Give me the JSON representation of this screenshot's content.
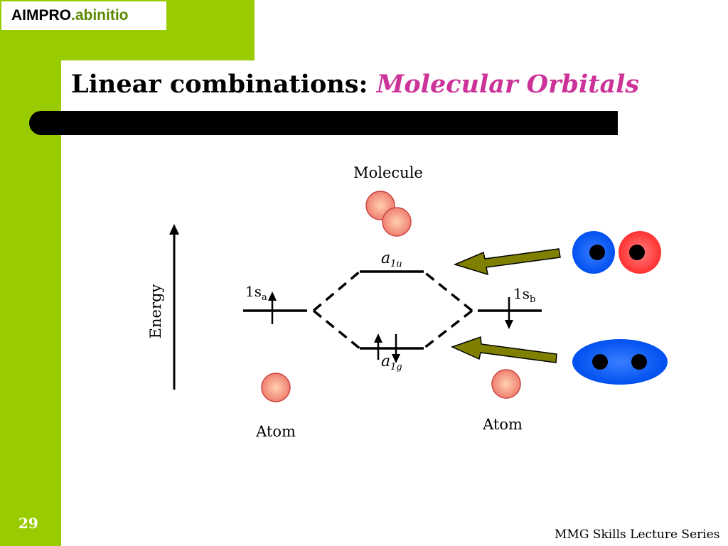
{
  "logo": {
    "part1": "AIMPRO",
    "part2": ".abinitio"
  },
  "title": {
    "main": "Linear combinations:",
    "highlight": "Molecular Orbitals"
  },
  "diagram": {
    "molecule_label": "Molecule",
    "energy_label": "Energy",
    "atom_left_label": "Atom",
    "atom_right_label": "Atom",
    "orbital_1sa": {
      "base": "1s",
      "sub": "a"
    },
    "orbital_1sb": {
      "base": "1s",
      "sub": "b"
    },
    "mo_antibonding": {
      "base": "a",
      "sub": "1u"
    },
    "mo_bonding": {
      "base": "a",
      "sub": "1g"
    }
  },
  "slide_number": "29",
  "footer": "MMG Skills Lecture Series",
  "colors": {
    "green": "#99cc00",
    "title_accent": "#cc3399",
    "olive_arrow": "#808000",
    "orbital_blue": "#0055ee",
    "orbital_red": "#ff3333",
    "atom_fill": "#f4a582"
  }
}
